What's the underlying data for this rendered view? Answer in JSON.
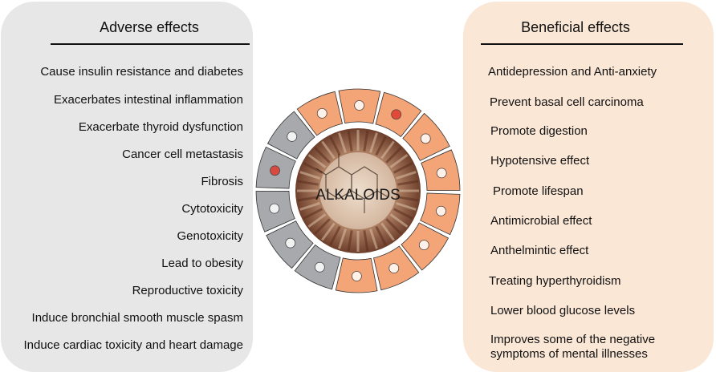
{
  "adverse": {
    "title": "Adverse effects",
    "items": [
      "Cause insulin resistance and diabetes",
      "Exacerbates intestinal inflammation",
      "Exacerbate thyroid dysfunction",
      "Cancer cell metastasis",
      "Fibrosis",
      "Cytotoxicity",
      "Genotoxicity",
      "Lead to obesity",
      "Reproductive toxicity",
      "Induce bronchial smooth muscle spasm",
      "Induce cardiac toxicity and heart damage"
    ]
  },
  "beneficial": {
    "title": "Beneficial effects",
    "items": [
      "Antidepression and Anti-anxiety",
      "Prevent basal cell carcinoma",
      "Promote digestion",
      "Hypotensive effect",
      "Promote lifespan",
      "Antimicrobial effect",
      "Anthelmintic effect",
      "Treating hyperthyroidism",
      "Lower blood glucose levels",
      "Improves some of the negative symptoms of mental illnesses"
    ]
  },
  "center": {
    "label": "ALKALOIDS",
    "colors": {
      "adverse_segment": "#a7a9ac",
      "beneficial_segment": "#f4a578",
      "ring": "#ffffff"
    }
  }
}
